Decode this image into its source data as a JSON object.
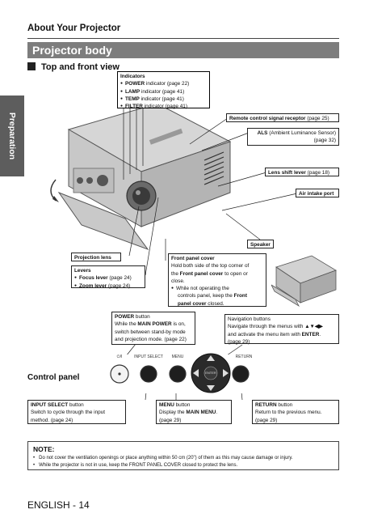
{
  "header": {
    "title": "About Your Projector"
  },
  "section": {
    "title": "Projector body"
  },
  "side_tab": {
    "label": "Preparation"
  },
  "subheading": {
    "label": "Top and front view"
  },
  "callouts": {
    "indicators": {
      "title": "Indicators",
      "items": [
        {
          "bold": "POWER",
          "rest": " indicator (page 22)"
        },
        {
          "bold": "LAMP",
          "rest": " indicator (page 41)"
        },
        {
          "bold": "TEMP",
          "rest": " indicator (page 41)"
        },
        {
          "bold": "FILTER",
          "rest": " indicator (page 41)"
        }
      ]
    },
    "remote": {
      "bold": "Remote control signal receptor",
      "rest": " (page 25)"
    },
    "als": {
      "bold": "ALS",
      "rest": " (Ambient Luminance Sensor)",
      "page": "(page 32)"
    },
    "lens_shift": {
      "bold": "Lens shift lever",
      "rest": " (page 18)"
    },
    "air_intake": {
      "bold": "Air intake port"
    },
    "speaker": {
      "bold": "Speaker"
    },
    "projection_lens": {
      "bold": "Projection lens"
    },
    "levers": {
      "title": "Levers",
      "items": [
        {
          "bold": "Focus lever",
          "rest": " (page 24)"
        },
        {
          "bold": "Zoom lever",
          "rest": " (page 24)"
        }
      ]
    },
    "front_cover": {
      "title": "Front panel cover",
      "l1": "Hold both side of the top corner of",
      "l2a": "the ",
      "l2b": "Front panel cover",
      "l2c": " to open or",
      "l3": "close.",
      "l4": "While not operating the",
      "l5a": "controls panel, keep the ",
      "l5b": "Front",
      "l6a": "panel cover",
      "l6b": " closed."
    },
    "power_button": {
      "t1a": "POWER",
      "t1b": " button",
      "t2a": "While the ",
      "t2b": "MAIN POWER",
      "t2c": " is on,",
      "t3": "switch between stand-by mode",
      "t4": "and projection mode. (page 22)"
    },
    "navigation": {
      "t1": "Navigation buttons",
      "t2a": "Navigate through the menus with ",
      "t2b": "▲▼◀▶",
      "t3a": "and activate the menu item with ",
      "t3b": "ENTER",
      "t3c": ".",
      "t4": "(page 29)"
    },
    "input_select": {
      "t1a": "INPUT SELECT",
      "t1b": " button",
      "t2": "Switch to cycle through the input",
      "t3": "method. (page 24)"
    },
    "menu": {
      "t1a": "MENU",
      "t1b": " button",
      "t2a": "Display the ",
      "t2b": "MAIN MENU",
      "t2c": ".",
      "t3": "(page 29)"
    },
    "return": {
      "t1a": "RETURN",
      "t1b": " button",
      "t2": "Return to the previous menu.",
      "t3": "(page 29)"
    }
  },
  "control_panel": {
    "label": "Control panel",
    "buttons": {
      "power": "⏻/I",
      "input_select": "INPUT SELECT",
      "menu": "MENU",
      "return": "RETURN",
      "enter": "ENTER"
    }
  },
  "note": {
    "title": "NOTE:",
    "items": [
      "Do not cover the ventilation openings or place anything within 50 cm (20\") of them as this may cause damage or injury.",
      "While the projector is not in use, keep the FRONT PANEL COVER closed to protect the lens."
    ]
  },
  "footer": {
    "page": "ENGLISH - 14"
  }
}
